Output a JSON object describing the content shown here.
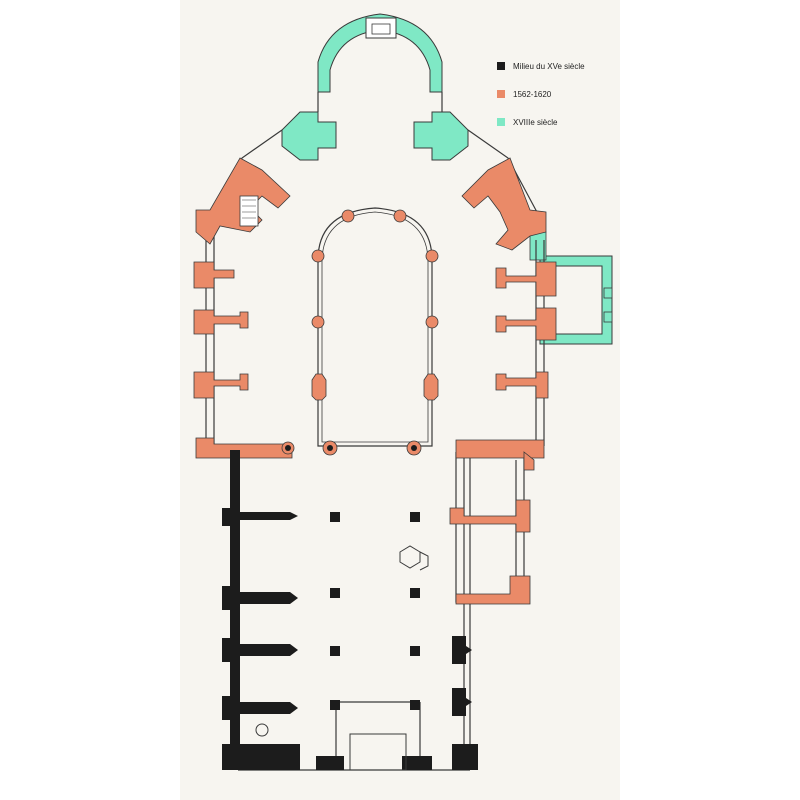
{
  "colors": {
    "black": "#1c1c1c",
    "orange": "#ea8a68",
    "green": "#7fe8c5",
    "line": "#3a3a3a",
    "background": "#f7f5f0"
  },
  "legend": {
    "items": [
      {
        "label": "Milieu du XVe siècle",
        "color": "#1c1c1c"
      },
      {
        "label": "1562-1620",
        "color": "#ea8a68"
      },
      {
        "label": "XVIIIe siècle",
        "color": "#7fe8c5"
      }
    ]
  }
}
